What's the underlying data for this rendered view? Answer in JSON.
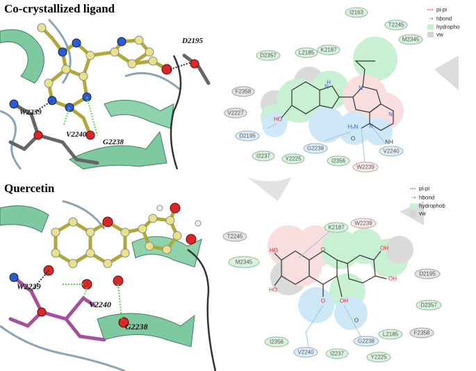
{
  "panels": {
    "top": {
      "title": "Co-crystallized ligand",
      "labels_3d": [
        "D2195",
        "W2239",
        "V2240",
        "G2238"
      ],
      "legend": [
        "pi-pi",
        "hbond",
        "hydropho",
        "vw"
      ],
      "atoms": [
        "H",
        "N",
        "HO",
        "H₂N",
        "N",
        "N",
        "N",
        "NH",
        "O"
      ],
      "residues": [
        "I2163",
        "T2245",
        "M2345",
        "D2357",
        "L2185",
        "K2187",
        "F2358",
        "V2227",
        "D2195",
        "G2238",
        "V2240",
        "I2237",
        "Y2225",
        "I2356",
        "W2239"
      ]
    },
    "bottom": {
      "title": "Quercetin",
      "labels_3d": [
        "W2239",
        "V2240",
        "G2238"
      ],
      "legend": [
        "pi-pi",
        "hbond",
        "hydrophob",
        "vw"
      ],
      "atoms": [
        "HO",
        "O",
        "OH",
        "OH",
        "HO",
        "O",
        "OH",
        "O"
      ],
      "residues": [
        "K2187",
        "W2239",
        "T2245",
        "M2345",
        "D2195",
        "D2357",
        "I2356",
        "G2238",
        "L2185",
        "F2358",
        "V2240",
        "I2237",
        "Y2225"
      ]
    }
  },
  "colors": {
    "ribbon": "#7fc9a0",
    "hydrophobic": "#c8f0d2",
    "hbond_region": "#cfe8f8",
    "pipi_region": "#f8dede",
    "vw": "#d4d4d4",
    "ligand_top": "#e8e28c",
    "ligand_bottom": "#c87ab0"
  }
}
